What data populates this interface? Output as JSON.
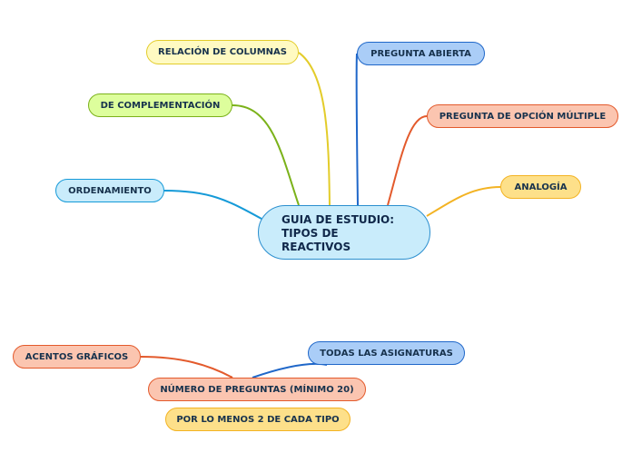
{
  "central": {
    "lines": [
      "GUIA DE ESTUDIO:",
      "TIPOS DE",
      "REACTIVOS"
    ]
  },
  "topics": [
    {
      "label": "RELACIÓN DE COLUMNAS"
    },
    {
      "label": "PREGUNTA ABIERTA"
    },
    {
      "label": "DE COMPLEMENTACIÓN"
    },
    {
      "label": "PREGUNTA DE OPCIÓN MÚLTIPLE"
    },
    {
      "label": "ORDENAMIENTO"
    },
    {
      "label": "ANALOGÍA"
    }
  ],
  "floating": {
    "todas": "TODAS LAS ASIGNATURAS",
    "acentos": "ACENTOS GRÁFICOS",
    "numero": "NÚMERO DE PREGUNTAS (MÍNIMO 20)",
    "por_lo_menos": "POR LO MENOS 2 DE CADA TIPO"
  },
  "colors": {
    "yellow_line": "#e3cc2a",
    "blue_line": "#1f67c9",
    "green_line": "#7bb21a",
    "salmon_line": "#e35a2c",
    "orange_line": "#f3b323",
    "cyan_line": "#159ad8"
  }
}
